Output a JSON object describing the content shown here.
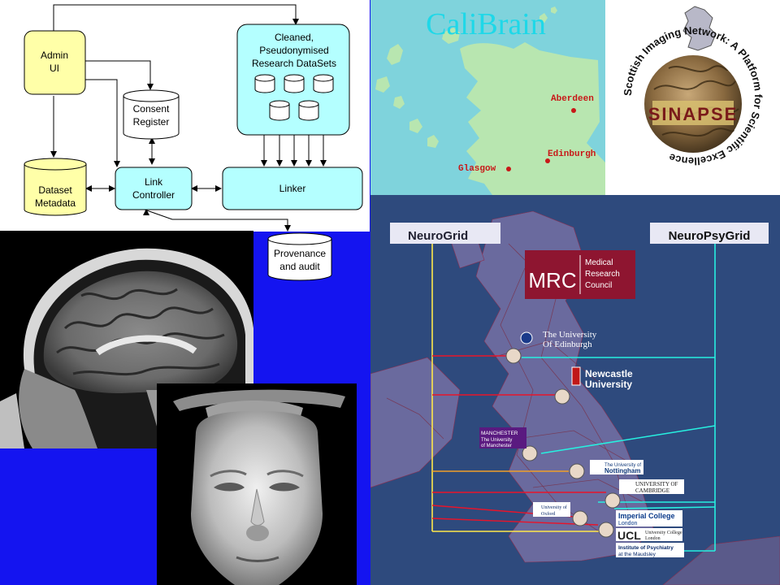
{
  "flow": {
    "admin_ui": [
      "Admin",
      "UI"
    ],
    "cleaned": [
      "Cleaned,",
      "Pseudonymised",
      "Research DataSets"
    ],
    "consent": [
      "Consent",
      "Register"
    ],
    "dataset_metadata": [
      "Dataset",
      "Metadata"
    ],
    "link_controller": [
      "Link",
      "Controller"
    ],
    "linker": "Linker",
    "provenance": [
      "Provenance",
      "and audit"
    ]
  },
  "calibrain": {
    "title": "CaliBrain",
    "cities": {
      "aberdeen": "Aberdeen",
      "edinburgh": "Edinburgh",
      "glasgow": "Glasgow"
    }
  },
  "sinapse": {
    "ring_text": "Scottish Imaging Network: A Platform for Scientific Excellence",
    "badge": "SINAPSE"
  },
  "grid": {
    "neurogrid": "NeuroGrid",
    "neuropsygrid": "NeuroPsyGrid",
    "mrc": {
      "abbr": "MRC",
      "lines": [
        "Medical",
        "Research",
        "Council"
      ]
    },
    "edinburgh": [
      "The University",
      "Of Edinburgh"
    ],
    "newcastle": [
      "Newcastle",
      "University"
    ],
    "manchester": [
      "MANCHESTER",
      "The University",
      "of Manchester"
    ],
    "nottingham": [
      "The University of",
      "Nottingham"
    ],
    "cambridge": [
      "UNIVERSITY OF",
      "CAMBRIDGE"
    ],
    "oxford": [
      "University of",
      "Oxford"
    ],
    "imperial": [
      "Imperial College",
      "London"
    ],
    "ucl": {
      "abbr": "UCL",
      "lines": [
        "University College",
        "London"
      ]
    },
    "iop": [
      "Institute of Psychiatry",
      "at the Maudsley"
    ]
  },
  "colors": {
    "background": "#1414f0",
    "node_fill": "#ffffa8",
    "node_fill_cyan": "#b4ffff",
    "neurogrid_line": "#ffe84a",
    "neuropsygrid_line": "#27f0e0",
    "connector_red": "#e8142a",
    "connector_orange": "#f0a028",
    "map_water": "#2e4a7d",
    "calibrain_sea": "#7fd3dc",
    "calibrain_land": "#b8e6b0"
  }
}
